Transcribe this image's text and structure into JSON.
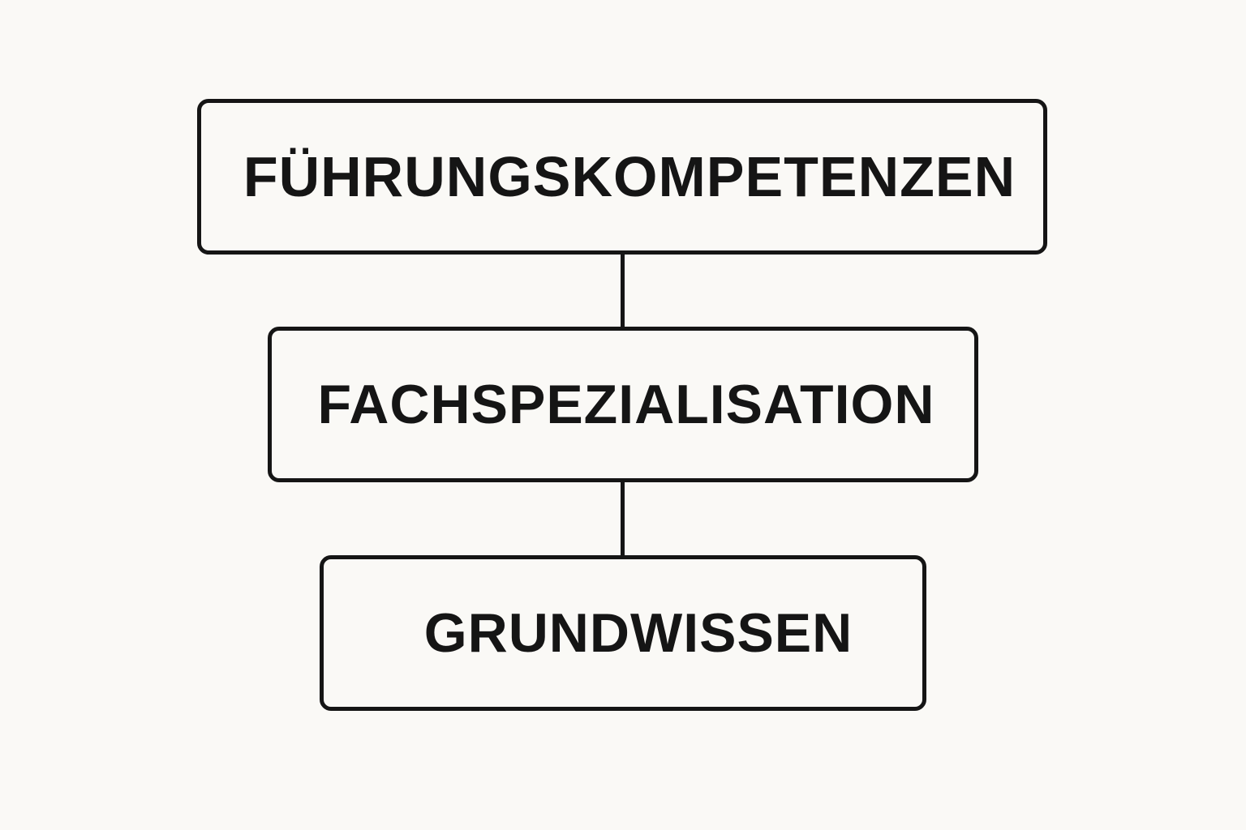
{
  "diagram": {
    "levels": [
      {
        "label": "FÜHRUNGSKOMPETENZEN"
      },
      {
        "label": "FACHSPEZIALISATION"
      },
      {
        "label": "GRUNDWISSEN"
      }
    ]
  },
  "colors": {
    "background": "#faf9f6",
    "stroke": "#151515",
    "text": "#151515"
  }
}
